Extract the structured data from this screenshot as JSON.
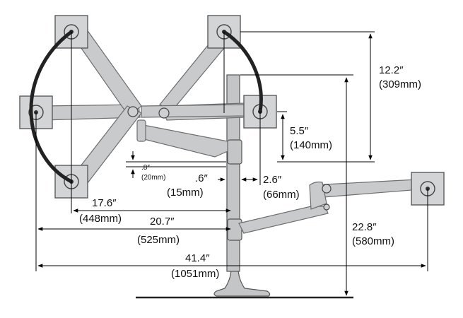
{
  "dimensions": {
    "d_12_2": {
      "in": "12.2″",
      "mm": "(309mm)"
    },
    "d_5_5": {
      "in": "5.5″",
      "mm": "(140mm)"
    },
    "d_0_8": {
      "in": ".8″",
      "mm": "(20mm)"
    },
    "d_0_6": {
      "in": ".6″",
      "mm": "(15mm)"
    },
    "d_2_6": {
      "in": "2.6″",
      "mm": "(66mm)"
    },
    "d_17_6": {
      "in": "17.6″",
      "mm": "(448mm)"
    },
    "d_20_7": {
      "in": "20.7″",
      "mm": "(525mm)"
    },
    "d_22_8": {
      "in": "22.8″",
      "mm": "(580mm)"
    },
    "d_41_4": {
      "in": "41.4″",
      "mm": "(1051mm)"
    }
  },
  "colors": {
    "arm": "#c9cacb",
    "outline": "#5a5b5d",
    "cable": "#222222",
    "dimension_line": "#000000"
  }
}
